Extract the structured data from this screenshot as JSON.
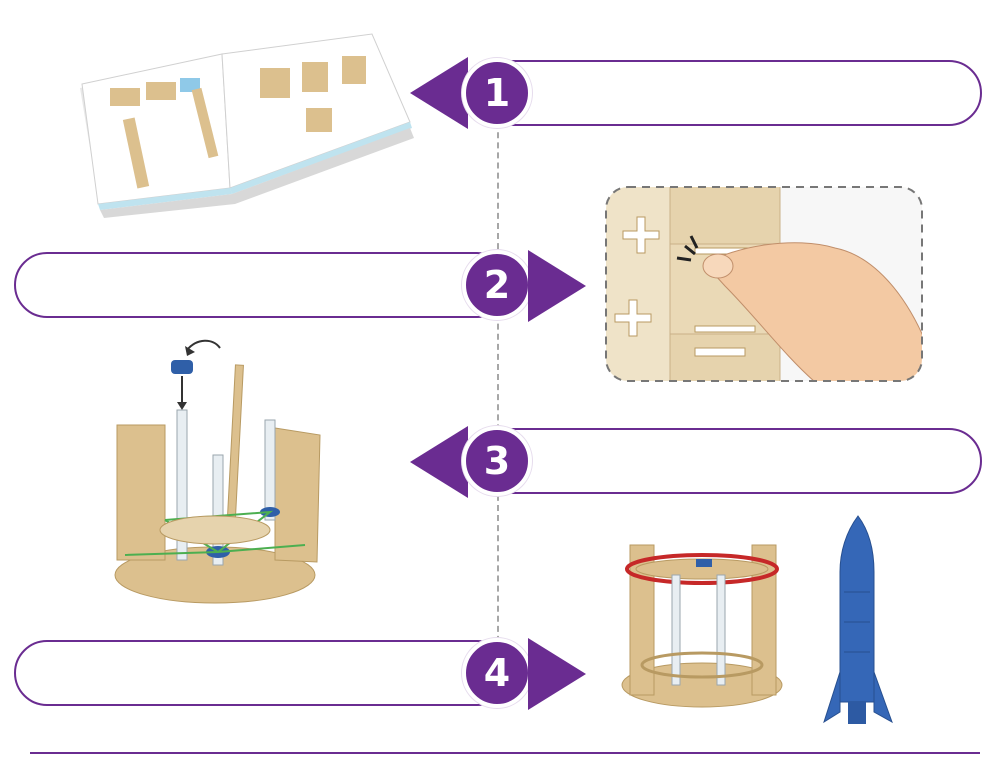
{
  "steps": [
    {
      "number": "1"
    },
    {
      "number": "2"
    },
    {
      "number": "3"
    },
    {
      "number": "4"
    }
  ],
  "colors": {
    "accent": "#6a2c91",
    "wood": "#dcc08e",
    "wood_dark": "#b89a62",
    "connector": "#a7a7a7"
  },
  "icons": [
    "manual-booklet-image",
    "tab-press-closeup-image",
    "launcher-assembly-image",
    "finished-launcher-image",
    "rocket-image"
  ]
}
